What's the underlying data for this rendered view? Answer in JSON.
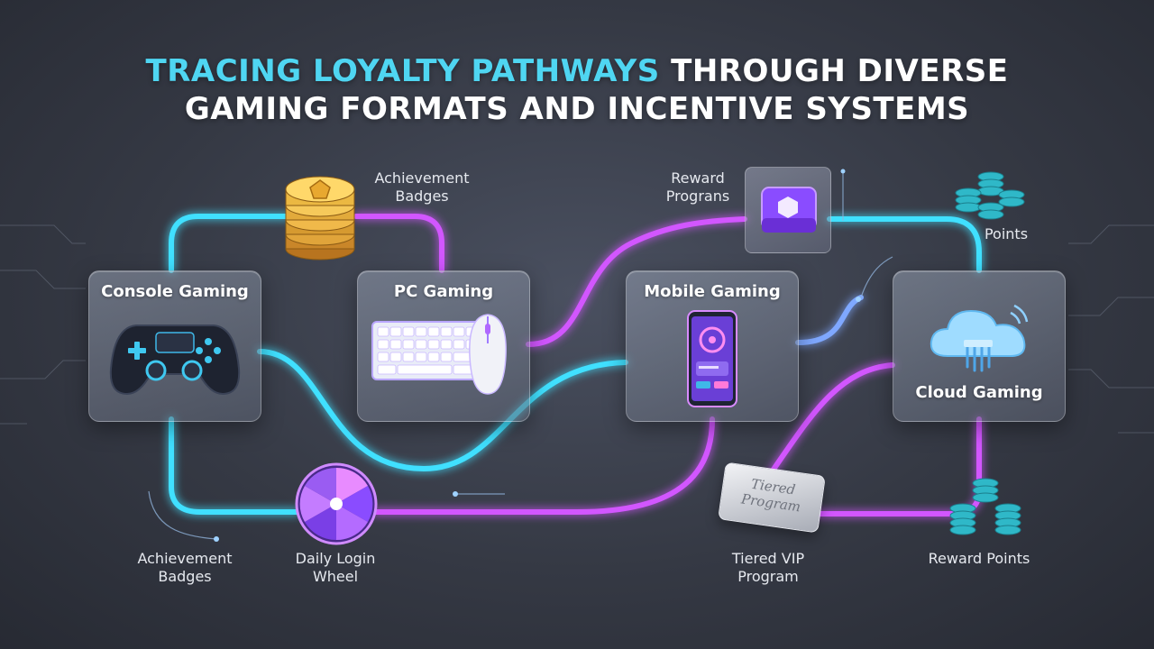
{
  "title": {
    "highlight": "TRACING LOYALTY PATHWAYS",
    "rest_line1": "THROUGH DIVERSE",
    "line2": "GAMING FORMATS AND INCENTIVE SYSTEMS"
  },
  "nodes": {
    "console": "Console Gaming",
    "pc": "PC Gaming",
    "mobile": "Mobile Gaming",
    "cloud": "Cloud Gaming"
  },
  "labels": {
    "achievement_top": "Achievement\nBadges",
    "reward_programs": "Reward\nPrograns",
    "points": "Points",
    "achievement_bottom": "Achievement\nBadges",
    "daily_wheel": "Daily Login\nWheel",
    "tiered_vip": "Tiered VIP\nProgram",
    "reward_points": "Reward Points",
    "tiered_plate": "Tiered\nProgram"
  },
  "colors": {
    "cyan": "#3fe0ff",
    "magenta": "#d257ff",
    "title_highlight": "#4fd6f2"
  },
  "icons": [
    "gamepad-icon",
    "keyboard-icon",
    "mouse-icon",
    "smartphone-icon",
    "cloud-icon",
    "coin-stack-icon",
    "hexagon-badge-icon",
    "prize-wheel-icon",
    "token-stack-icon"
  ]
}
